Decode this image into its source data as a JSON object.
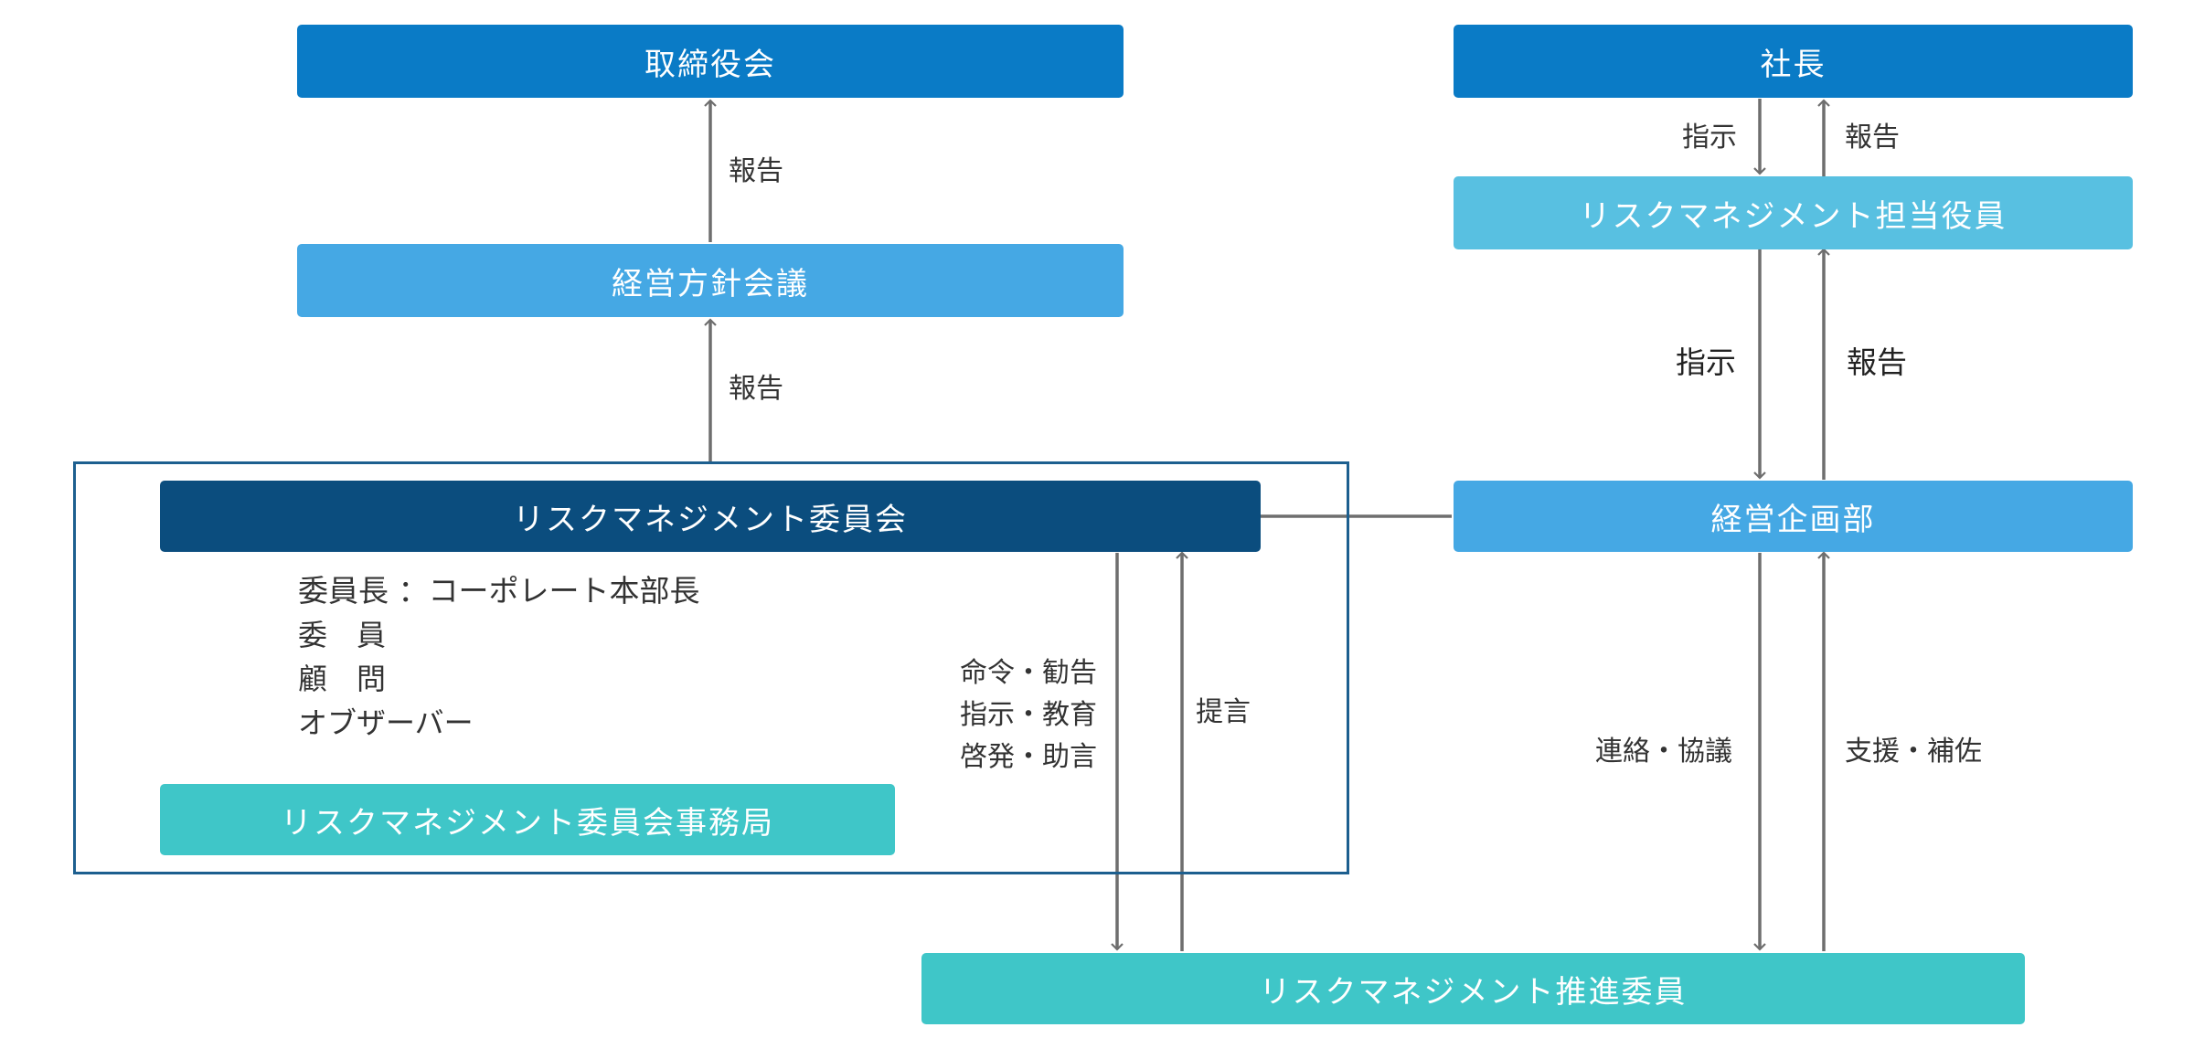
{
  "colors": {
    "dark_blue": "#0a7bc6",
    "mid_blue": "#45a8e4",
    "light_blue": "#58c0e1",
    "navy": "#0b4d7e",
    "teal": "#3fc6c8",
    "line": "#6e6e6e"
  },
  "nodes": {
    "board": "取締役会",
    "president": "社長",
    "rm_officer": "リスクマネジメント担当役員",
    "policy_meeting": "経営方針会議",
    "rm_committee": "リスクマネジメント委員会",
    "planning_dept": "経営企画部",
    "secretariat": "リスクマネジメント委員会事務局",
    "promotion_members": "リスクマネジメント推進委員"
  },
  "committee_members": {
    "chair": "委員長 ：コーポレート本部長",
    "member": "委　員",
    "advisor": "顧　問",
    "observer": "オブザーバー"
  },
  "edge_labels": {
    "policy_to_board": "報告",
    "committee_to_policy": "報告",
    "president_instruct": "指示",
    "officer_report": "報告",
    "officer_instruct": "指示",
    "planning_report": "報告",
    "committee_down_1": "命令・勧告",
    "committee_down_2": "指示・教育",
    "committee_down_3": "啓発・助言",
    "proposal": "提言",
    "liaison": "連絡・協議",
    "support": "支援・補佐"
  }
}
